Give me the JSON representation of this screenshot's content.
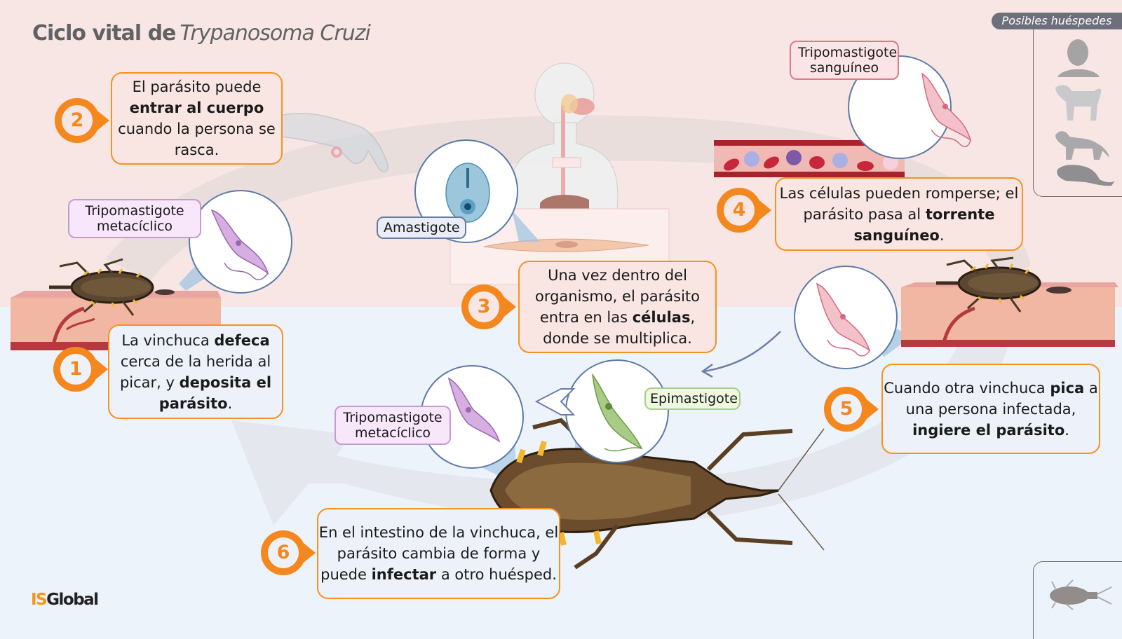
{
  "title": {
    "bold": "Ciclo vital de",
    "italic": "Trypanosoma Cruzi"
  },
  "hosts": {
    "tag": "Posibles huéspedes",
    "items": [
      "human",
      "dog",
      "cat",
      "opossum"
    ]
  },
  "steps": [
    {
      "number": "1",
      "parts": [
        [
          "La vinchuca ",
          false
        ],
        [
          "defeca",
          true
        ],
        [
          " cerca de la herida al picar, y ",
          false
        ],
        [
          "deposita el parásito",
          true
        ],
        [
          ".",
          false
        ]
      ]
    },
    {
      "number": "2",
      "parts": [
        [
          "El parásito puede ",
          false
        ],
        [
          "entrar al cuerpo",
          true
        ],
        [
          " cuando la persona se rasca.",
          false
        ]
      ]
    },
    {
      "number": "3",
      "parts": [
        [
          "Una vez dentro del organismo, el parásito entra en las ",
          false
        ],
        [
          "células",
          true
        ],
        [
          ", donde se multiplica.",
          false
        ]
      ]
    },
    {
      "number": "4",
      "parts": [
        [
          "Las células pueden romperse; el parásito pasa al ",
          false
        ],
        [
          "torrente sanguíneo",
          true
        ],
        [
          ".",
          false
        ]
      ]
    },
    {
      "number": "5",
      "parts": [
        [
          "Cuando otra vinchuca ",
          false
        ],
        [
          "pica",
          true
        ],
        [
          " a una persona infectada, ",
          false
        ],
        [
          "ingiere el parásito",
          true
        ],
        [
          ".",
          false
        ]
      ]
    },
    {
      "number": "6",
      "parts": [
        [
          "En el intestino de la vinchuca, el parásito cambia de forma y puede ",
          false
        ],
        [
          "infectar",
          true
        ],
        [
          " a otro huésped.",
          false
        ]
      ]
    }
  ],
  "labels": {
    "tripo_meta_top": "Tripomastigote metacíclico",
    "amastigote": "Amastigote",
    "tripo_sang": "Tripomastigote sanguíneo",
    "tripo_meta_bottom": "Tripomastigote metacíclico",
    "epimastigote": "Epimastigote"
  },
  "logo": {
    "is": "IS",
    "rest": "Global"
  },
  "colors": {
    "accent_orange": "#f5871f",
    "top_bg": "#f8e6e4",
    "bottom_bg": "#edf3fb",
    "purple_parasite": "#c89ad8",
    "red_parasite": "#e78a9b",
    "green_parasite": "#9fc47a",
    "blue_amastigote": "#86b8d4"
  }
}
